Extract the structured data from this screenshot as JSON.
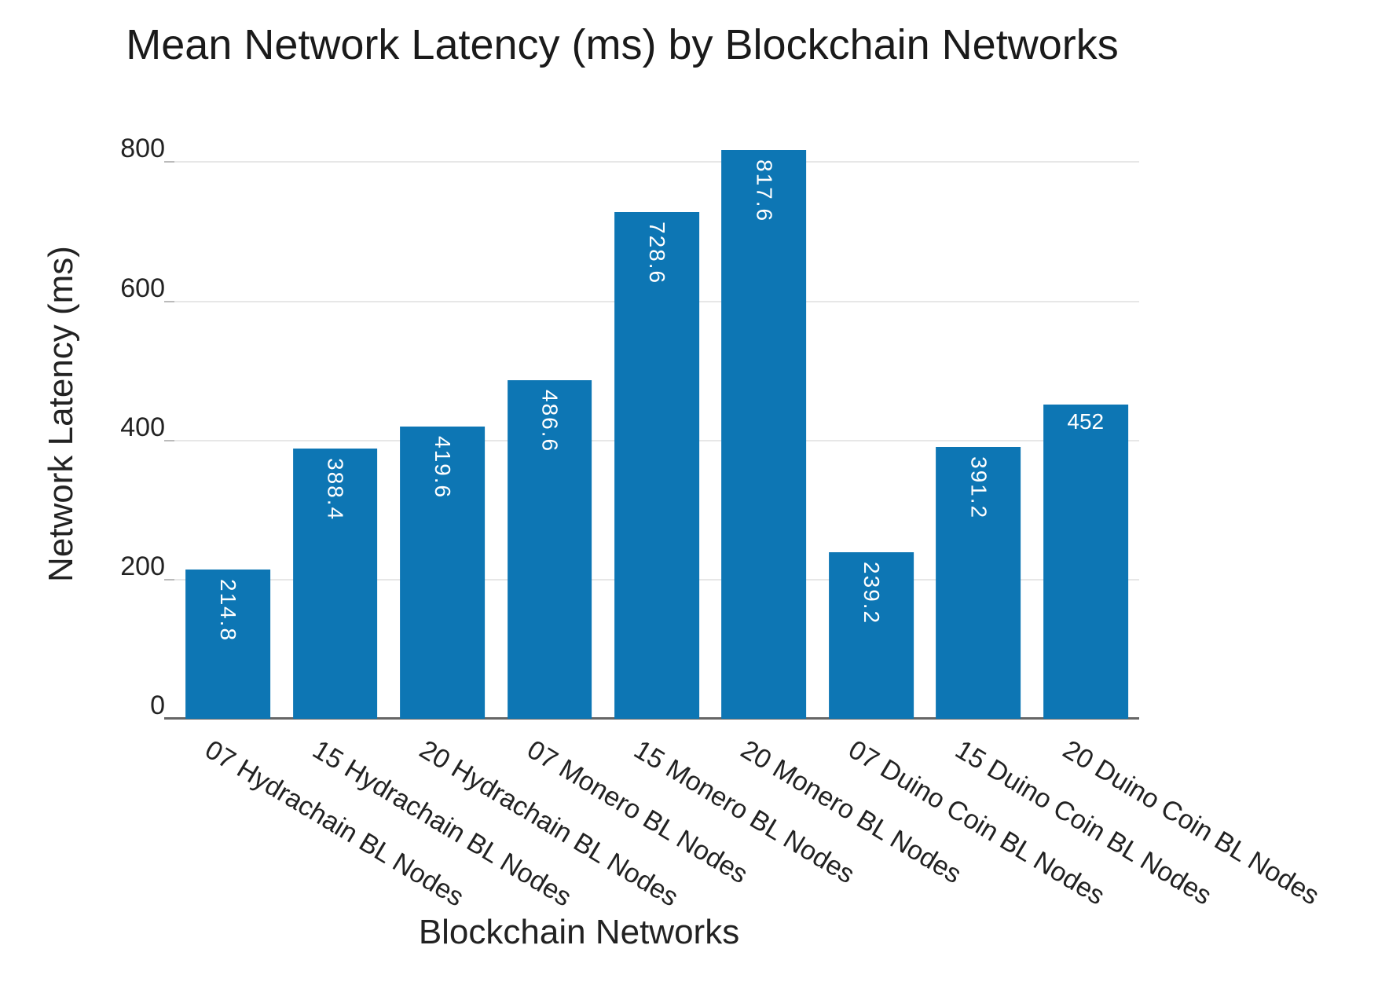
{
  "title": "Mean Network Latency (ms) by Blockchain Networks",
  "colors": {
    "bar": "#0d76b4",
    "bar_value_text": "#ffffff",
    "gridline": "#e7e7e7",
    "axis_line": "#666666",
    "text": "#222222",
    "background": "#ffffff"
  },
  "chart_data": {
    "type": "bar",
    "title": "Mean Network Latency (ms) by Blockchain Networks",
    "xlabel": "Blockchain Networks",
    "ylabel": "Network Latency (ms)",
    "categories": [
      "07 Hydrachain BL Nodes",
      "15 Hydrachain BL Nodes",
      "20 Hydrachain BL Nodes",
      "07 Monero BL Nodes",
      "15 Monero BL Nodes",
      "20 Monero BL Nodes",
      "07 Duino Coin BL Nodes",
      "15 Duino Coin BL Nodes",
      "20 Duino Coin BL Nodes"
    ],
    "values": [
      214.8,
      388.4,
      419.6,
      486.6,
      728.6,
      817.6,
      239.2,
      391.2,
      452
    ],
    "bar_labels": [
      "214.8",
      "388.4",
      "419.6",
      "486.6",
      "728.6",
      "817.6",
      "239.2",
      "391.2",
      "452"
    ],
    "bar_label_orientation": [
      "vertical",
      "vertical",
      "vertical",
      "vertical",
      "vertical",
      "vertical",
      "vertical",
      "vertical",
      "horizontal"
    ],
    "yticks": [
      0,
      200,
      400,
      600,
      800
    ],
    "ylim": [
      0,
      875
    ],
    "grid": true,
    "legend": "none",
    "xtick_rotation_deg": 31
  }
}
